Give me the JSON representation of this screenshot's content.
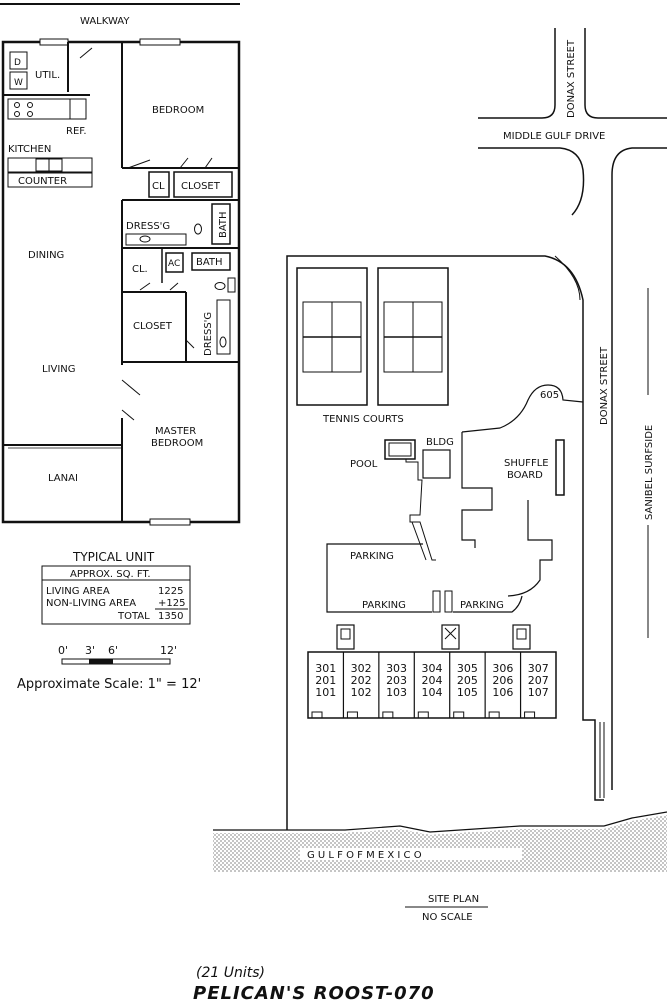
{
  "unit_plan": {
    "walkway": "WALKWAY",
    "rooms": {
      "util": "UTIL.",
      "washer": "W",
      "dryer": "D",
      "ref": "REF.",
      "kitchen": "KITCHEN",
      "counter": "COUNTER",
      "dining": "DINING",
      "living": "LIVING",
      "lanai": "LANAI",
      "bedroom": "BEDROOM",
      "cl_small": "CL",
      "closet_top": "CLOSET",
      "dressing_top": "DRESS'G",
      "bath_vertical": "BATH",
      "cl_mid": "CL.",
      "ac": "AC",
      "bath_horizontal": "BATH",
      "closet_mid": "CLOSET",
      "dressing_vertical": "DRESS'G",
      "master_bedroom_1": "MASTER",
      "master_bedroom_2": "BEDROOM"
    }
  },
  "area_table": {
    "title": "TYPICAL UNIT",
    "header": "APPROX. SQ. FT.",
    "rows": [
      {
        "label": "LIVING AREA",
        "value": "1225"
      },
      {
        "label": "NON-LIVING AREA",
        "value": "+125"
      },
      {
        "label": "TOTAL",
        "value": "1350"
      }
    ]
  },
  "scale": {
    "ticks": [
      "0'",
      "3'",
      "6'",
      "12'"
    ],
    "caption": "Approximate Scale: 1\" = 12'"
  },
  "site_plan": {
    "roads": {
      "donax_top": "DONAX STREET",
      "middle_gulf": "MIDDLE GULF DRIVE",
      "donax_right": "DONAX STREET",
      "sanibel": "SANIBEL SURFSIDE"
    },
    "address": "605",
    "tennis": "TENNIS COURTS",
    "bldg": "BLDG",
    "pool": "POOL",
    "shuffle_1": "SHUFFLE",
    "shuffle_2": "BOARD",
    "parking_main": "PARKING",
    "parking_left": "PARKING",
    "parking_right": "PARKING",
    "units": [
      [
        "301",
        "201",
        "101"
      ],
      [
        "302",
        "202",
        "102"
      ],
      [
        "303",
        "203",
        "103"
      ],
      [
        "304",
        "204",
        "104"
      ],
      [
        "305",
        "205",
        "105"
      ],
      [
        "306",
        "206",
        "106"
      ],
      [
        "307",
        "207",
        "107"
      ]
    ],
    "gulf": "G U L F   O F   M E X I C O",
    "site_plan_title": "SITE PLAN",
    "no_scale": "NO SCALE"
  },
  "footer": {
    "units_note": "(21 Units)",
    "name": "PELICAN'S ROOST-070"
  }
}
